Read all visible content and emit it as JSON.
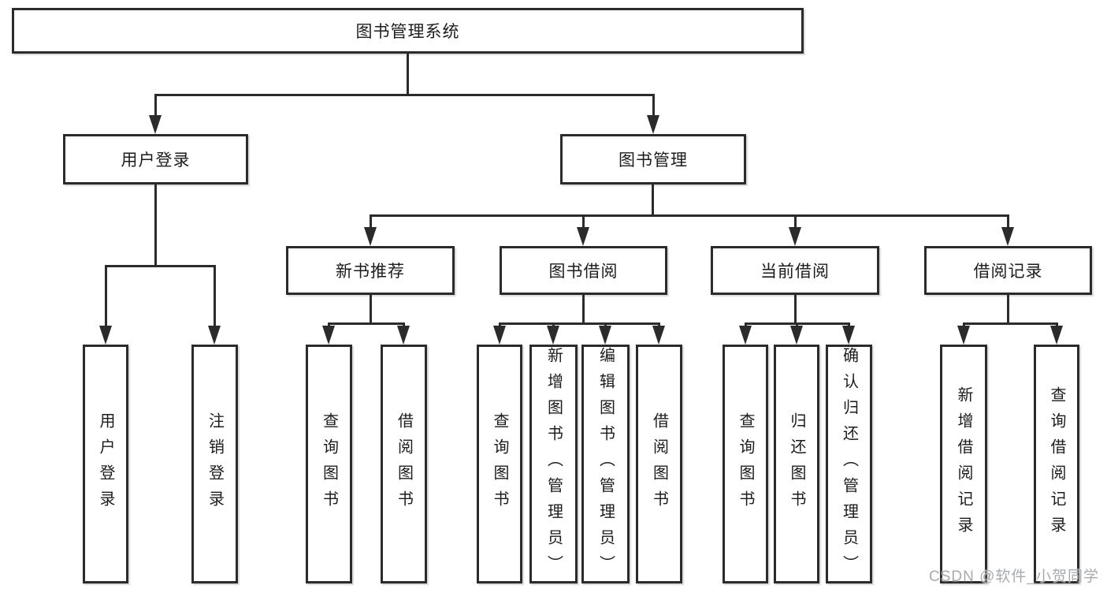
{
  "tree": {
    "label": "图书管理系统",
    "children": [
      {
        "label": "用户登录",
        "children": [
          {
            "label": "用户登录"
          },
          {
            "label": "注销登录"
          }
        ]
      },
      {
        "label": "图书管理",
        "children": [
          {
            "label": "新书推荐",
            "children": [
              {
                "label": "查询图书"
              },
              {
                "label": "借阅图书"
              }
            ]
          },
          {
            "label": "图书借阅",
            "children": [
              {
                "label": "查询图书"
              },
              {
                "label": "新增图书（管理员）"
              },
              {
                "label": "编辑图书（管理员）"
              },
              {
                "label": "借阅图书"
              }
            ]
          },
          {
            "label": "当前借阅",
            "children": [
              {
                "label": "查询图书"
              },
              {
                "label": "归还图书"
              },
              {
                "label": "确认归还（管理员）"
              }
            ]
          },
          {
            "label": "借阅记录",
            "children": [
              {
                "label": "新增借阅记录"
              },
              {
                "label": "查询借阅记录"
              }
            ]
          }
        ]
      }
    ]
  },
  "watermark": {
    "text": "CSDN @软件_小贺同学"
  },
  "colors": {
    "line": "#2b2b2b",
    "watermark": "#a7abb0"
  }
}
